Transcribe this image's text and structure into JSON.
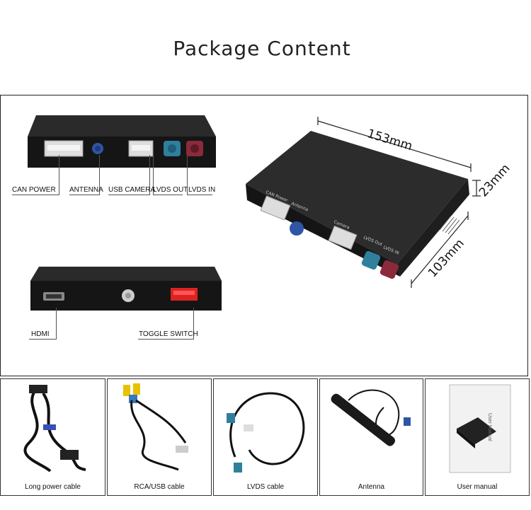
{
  "title": "Package Content",
  "front_labels": {
    "can_power": "CAN POWER",
    "antenna": "ANTENNA",
    "usb_camera": "USB CAMERA",
    "lvds_out": "LVDS OUT",
    "lvds_in": "LVDS IN"
  },
  "back_labels": {
    "hdmi": "HDMI",
    "toggle_switch": "TOGGLE SWITCH"
  },
  "dimensions": {
    "length": "153mm",
    "height": "23mm",
    "width": "103mm"
  },
  "box_print": {
    "can_power": "CAN Power",
    "antenna": "Antenna",
    "camera": "Camera",
    "lvds_out": "LVDS Out",
    "lvds_in": "LVDS IN"
  },
  "items": [
    {
      "caption": "Long power cable"
    },
    {
      "caption": "RCA/USB cable"
    },
    {
      "caption": "LVDS cable"
    },
    {
      "caption": "Antenna"
    },
    {
      "caption": "User manual"
    }
  ],
  "manual_cover": {
    "title": "User Manual"
  }
}
